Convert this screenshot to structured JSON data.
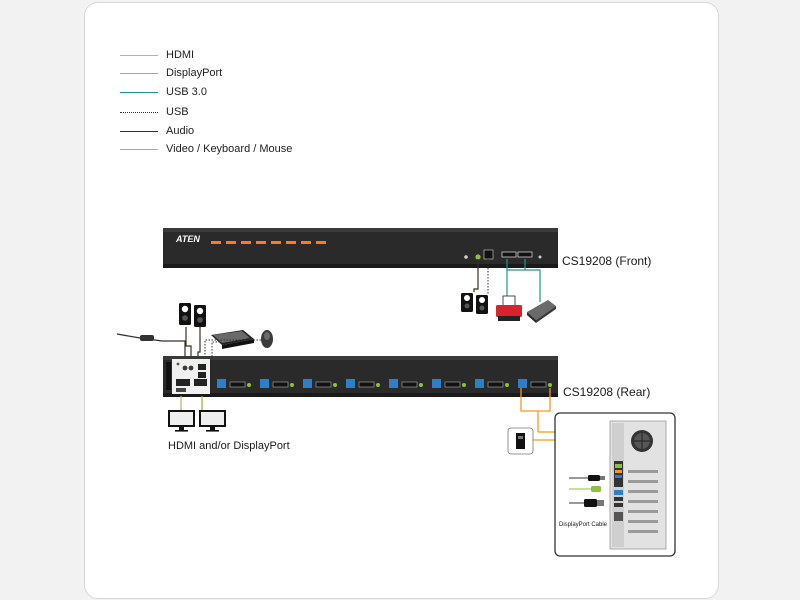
{
  "legend": {
    "items": [
      {
        "label": "HDMI",
        "color": "#c7b46a",
        "style": "solid"
      },
      {
        "label": "DisplayPort",
        "color": "#8ebf3f",
        "style": "solid"
      },
      {
        "label": "USB 3.0",
        "color": "#1a9b8a",
        "style": "solid"
      },
      {
        "label": "USB",
        "color": "#333333",
        "style": "dotted"
      },
      {
        "label": "Audio",
        "color": "#3a3020",
        "style": "solid"
      },
      {
        "label": "Video / Keyboard / Mouse",
        "color": "#f39a1e",
        "style": "solid"
      }
    ]
  },
  "device": {
    "brand": "ATEN",
    "front_label": "CS19208 (Front)",
    "rear_label": "CS19208 (Rear)"
  },
  "console_label": "HDMI and/or DisplayPort",
  "cable_label": "DisplayPort Cable",
  "colors": {
    "device_body": "#2a2a2a",
    "panel_bg": "#ffffff",
    "led": "#ff7a1a"
  }
}
